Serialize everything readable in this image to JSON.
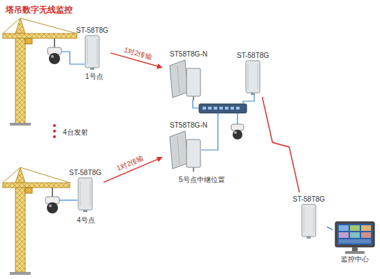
{
  "diagram": {
    "title": "塔吊数字无线监控",
    "nodes": [
      {
        "text": [
          "ST-58T8G"
        ]
      },
      {
        "text": [
          "ST58T8G-N"
        ]
      },
      {
        "text": [
          "ST-58T8G"
        ]
      },
      {
        "text": [
          "ST58T8G-N"
        ]
      },
      {
        "text": [
          "ST-58T8G"
        ]
      },
      {
        "text": [
          "ST-58T8G"
        ]
      },
      {
        "text": [
          "监控中心"
        ]
      }
    ],
    "edges": [
      {
        "from": 0,
        "to": 1,
        "label": "1对2传输",
        "arrow": "to"
      },
      {
        "from": 4,
        "to": 3,
        "label": "1对2传输",
        "arrow": "to"
      },
      {
        "from": 2,
        "to": 5,
        "arrow": "none"
      },
      {
        "from": 5,
        "to": 6,
        "arrow": "none"
      }
    ],
    "labels": [
      "1号点",
      "4台发射",
      "4号点",
      "5号点中继位置"
    ]
  }
}
